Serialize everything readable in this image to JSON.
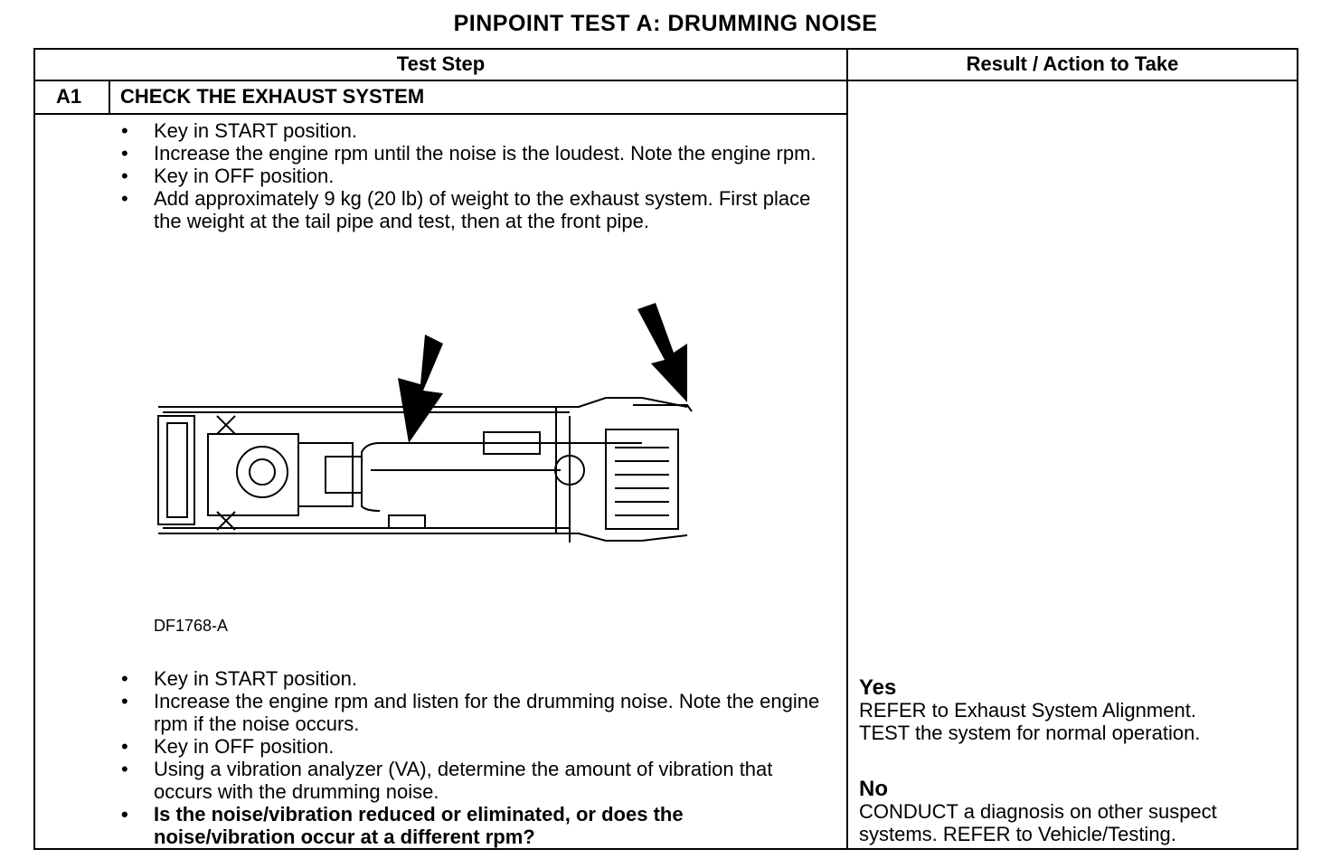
{
  "title": "PINPOINT TEST A: DRUMMING NOISE",
  "table": {
    "header_left": "Test Step",
    "header_right": "Result / Action to Take"
  },
  "step": {
    "id": "A1",
    "title": "CHECK THE EXHAUST SYSTEM",
    "instructions_1": [
      "Key in START position.",
      "Increase the engine rpm until the noise is the loudest. Note the engine rpm.",
      "Key in OFF position.",
      "Add approximately 9 kg (20 lb) of weight to the exhaust system. First place the weight at the tail pipe and test, then at the front pipe."
    ],
    "figure_caption": "DF1768-A",
    "instructions_2": [
      "Key in START position.",
      "Increase the engine rpm and listen for the drumming noise. Note the engine rpm if the noise occurs.",
      "Key in OFF position.",
      "Using a vibration analyzer (VA), determine the amount of vibration that occurs with the drumming noise."
    ],
    "question": "Is the noise/vibration reduced or eliminated, or does the noise/vibration occur at a different rpm?"
  },
  "results": {
    "yes_label": "Yes",
    "yes_text_1": "REFER to Exhaust System Alignment.",
    "yes_text_2": "TEST the system for normal operation.",
    "no_label": "No",
    "no_text_1": "CONDUCT a diagnosis on other suspect",
    "no_text_2": "systems. REFER to Vehicle/Testing."
  },
  "figure_icons": [
    "vehicle-underbody-diagram",
    "arrow-down-icon"
  ]
}
